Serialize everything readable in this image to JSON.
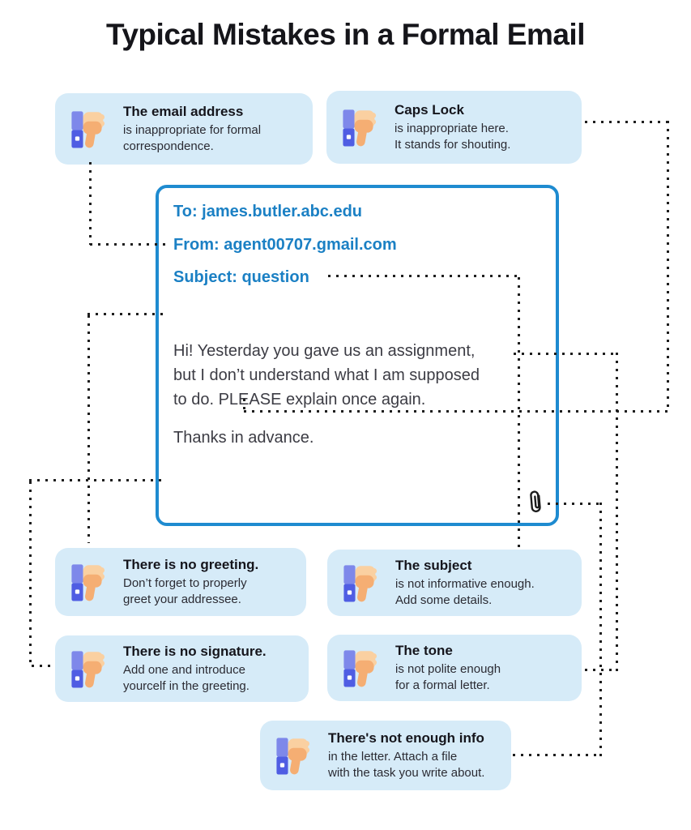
{
  "title": "Typical Mistakes in a Formal Email",
  "colors": {
    "callout_background": "#d6ebf8",
    "email_border_blue": "#1e8bd0",
    "email_header_blue": "#1b80c4",
    "body_text": "#3c3c44",
    "dotted_line": "#1e1e1e",
    "icon_sleeve_light": "#7e88ea",
    "icon_sleeve_dark": "#4f5de3",
    "icon_hand_light": "#fad0a1",
    "icon_hand_dark": "#f5ae73"
  },
  "email": {
    "to": "To: james.butler.abc.edu",
    "from": "From: agent00707.gmail.com",
    "subject": "Subject: question",
    "body": "Hi! Yesterday you gave us an assignment,\nbut I don’t understand what I am supposed\nto do. PLEASE explain once again.",
    "closing": "Thanks in advance.",
    "attachment_icon": "paperclip-icon"
  },
  "callouts": [
    {
      "id": "email-address",
      "icon": "thumbs-down-icon",
      "title": "The email address",
      "body": "is inappropriate for formal\ncorrespondence."
    },
    {
      "id": "caps-lock",
      "icon": "thumbs-down-icon",
      "title": "Caps Lock",
      "body": "is inappropriate here.\nIt stands for shouting."
    },
    {
      "id": "no-greeting",
      "icon": "thumbs-down-icon",
      "title": "There is no greeting.",
      "body": "Don’t forget to properly\ngreet your addressee."
    },
    {
      "id": "subject",
      "icon": "thumbs-down-icon",
      "title": "The subject",
      "body": "is not informative enough.\nAdd some details."
    },
    {
      "id": "no-signature",
      "icon": "thumbs-down-icon",
      "title": "There is no signature.",
      "body": "Add one and introduce\nyourcelf in the greeting."
    },
    {
      "id": "tone",
      "icon": "thumbs-down-icon",
      "title": "The tone",
      "body": "is not polite enough\nfor a formal letter."
    },
    {
      "id": "not-enough-info",
      "icon": "thumbs-down-icon",
      "title": "There's not enough info",
      "body": "in the letter. Attach a file\nwith the task you write about."
    }
  ]
}
